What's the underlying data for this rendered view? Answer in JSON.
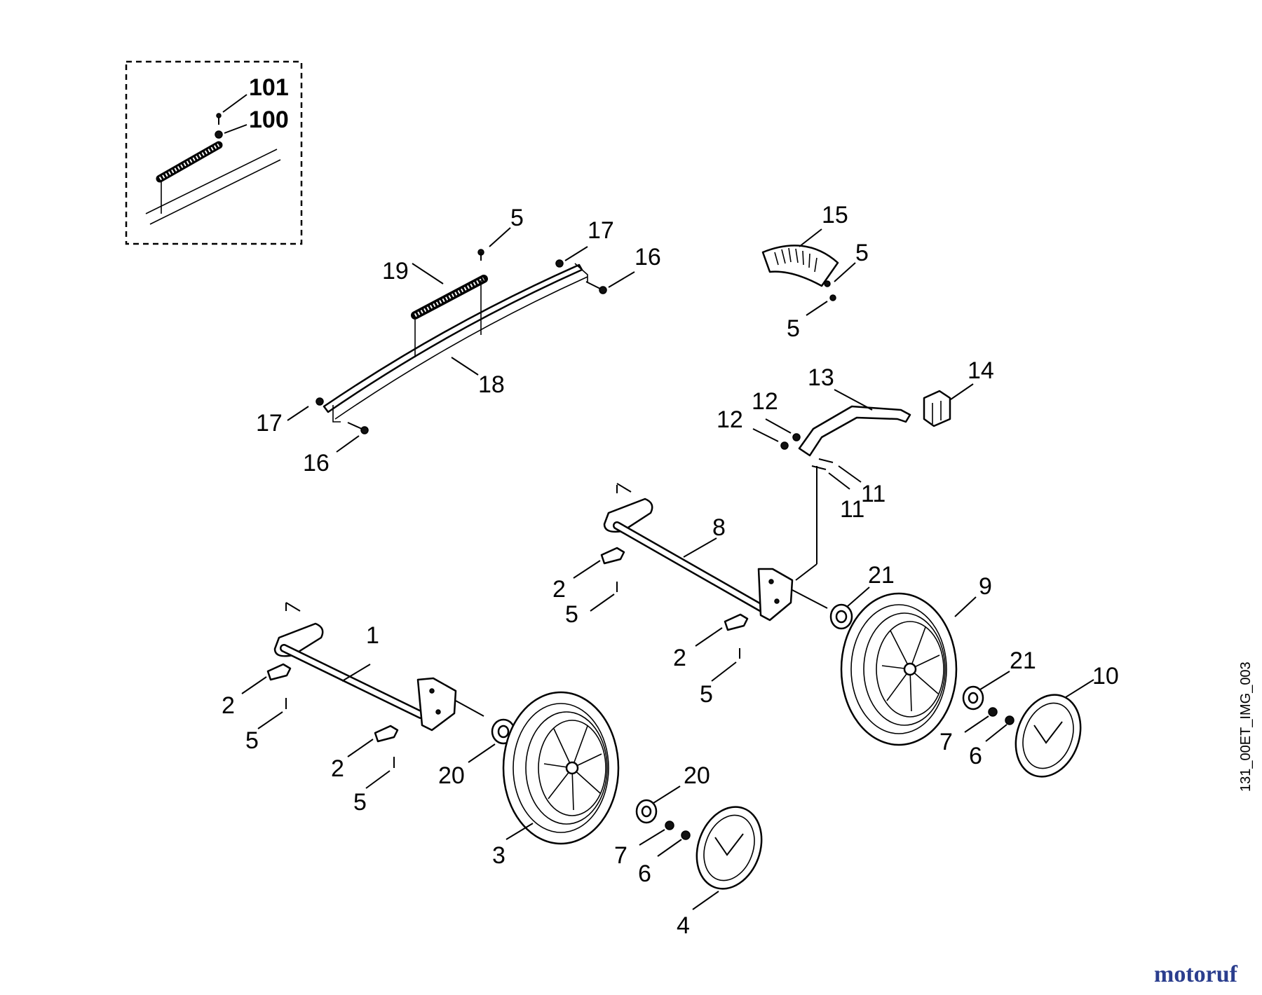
{
  "diagram": {
    "image_code": "131_00ET_IMG_003",
    "watermark": "motoruf",
    "callouts": {
      "c101": "101",
      "c100": "100",
      "c5_top": "5",
      "c17_top": "17",
      "c16_top": "16",
      "c19": "19",
      "c18": "18",
      "c17_left": "17",
      "c16_left": "16",
      "c15": "15",
      "c5_r1": "5",
      "c5_r2": "5",
      "c13": "13",
      "c14": "14",
      "c12_a": "12",
      "c12_b": "12",
      "c11_a": "11",
      "c11_b": "11",
      "c8": "8",
      "c2_m": "2",
      "c5_m": "5",
      "c21_top": "21",
      "c9": "9",
      "c2_m2": "2",
      "c5_m2": "5",
      "c21_b": "21",
      "c10": "10",
      "c7_r": "7",
      "c6_r": "6",
      "c1": "1",
      "c2_l1": "2",
      "c5_l1": "5",
      "c2_l2": "2",
      "c5_l2": "5",
      "c20_a": "20",
      "c20_b": "20",
      "c3": "3",
      "c7_l": "7",
      "c6_l": "6",
      "c4": "4"
    }
  }
}
